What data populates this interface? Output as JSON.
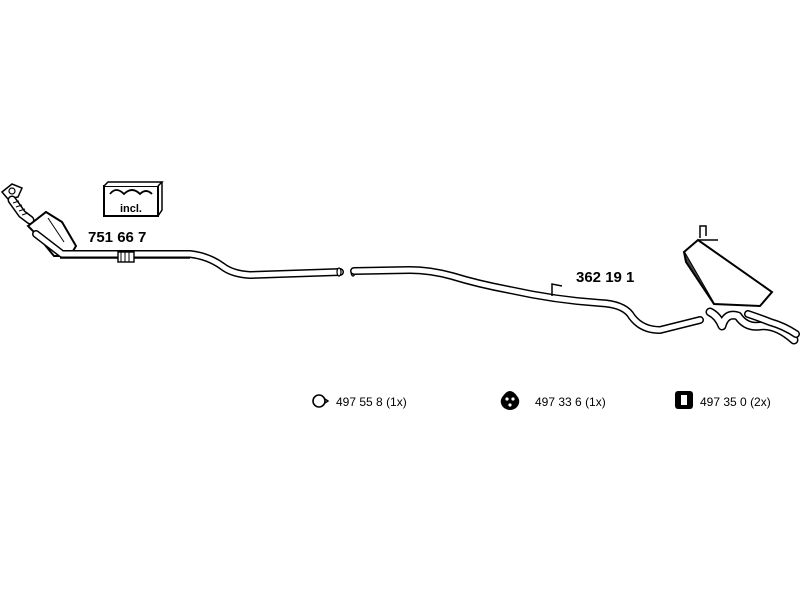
{
  "front_section": {
    "part_number": "751 66 7",
    "kit_label": "incl."
  },
  "rear_section": {
    "part_number": "362 19 1"
  },
  "legend": [
    {
      "icon": "ring-clamp-icon",
      "part_number": "497 55 8",
      "quantity": "(1x)"
    },
    {
      "icon": "rubber-hanger-icon",
      "part_number": "497 33 6",
      "quantity": "(1x)"
    },
    {
      "icon": "rubber-block-mount-icon",
      "part_number": "497 35 0",
      "quantity": "(2x)"
    }
  ]
}
